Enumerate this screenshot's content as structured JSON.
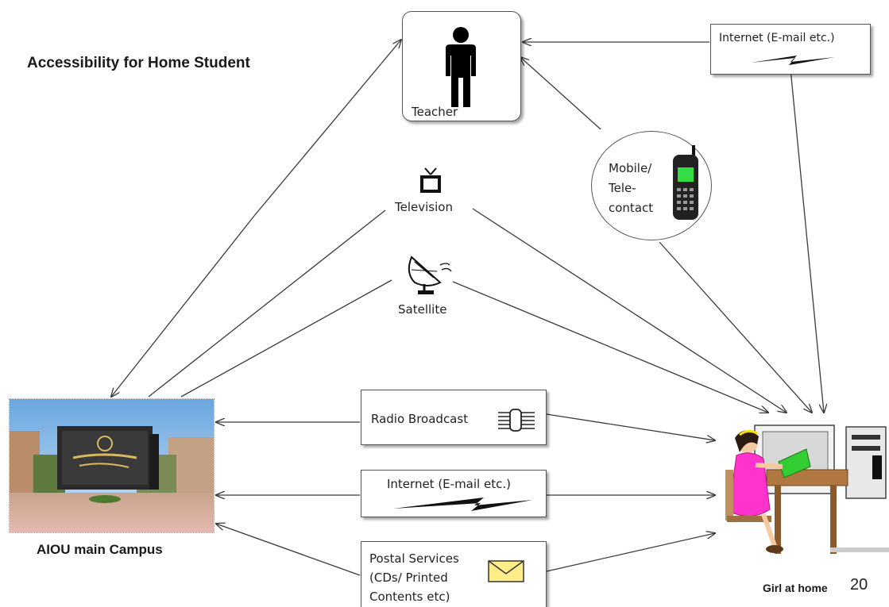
{
  "title": "Accessibility for Home Student",
  "nodes": {
    "teacher": "Teacher",
    "internet_top": "Internet (E-mail etc.)",
    "mobile_line1": "Mobile/",
    "mobile_line2": "Tele-",
    "mobile_line3": "contact",
    "television": "Television",
    "satellite": "Satellite",
    "radio": "Radio Broadcast",
    "internet_mid": "Internet (E-mail etc.)",
    "postal_line1": "Postal Services",
    "postal_line2": "(CDs/ Printed",
    "postal_line3": "Contents etc)",
    "campus": "AIOU main Campus",
    "girl": "Girl at home"
  },
  "slide_number": "20",
  "icons": [
    "person-icon",
    "television-icon",
    "satellite-dish-icon",
    "mobile-phone-icon",
    "lightning-icon",
    "radio-icon",
    "envelope-icon",
    "campus-photo",
    "girl-at-computer-illustration"
  ],
  "colors": {
    "line": "#3a3a3a",
    "girl_dress": "#ff33cc",
    "book": "#33cc33",
    "envelope": "#ffee88"
  }
}
